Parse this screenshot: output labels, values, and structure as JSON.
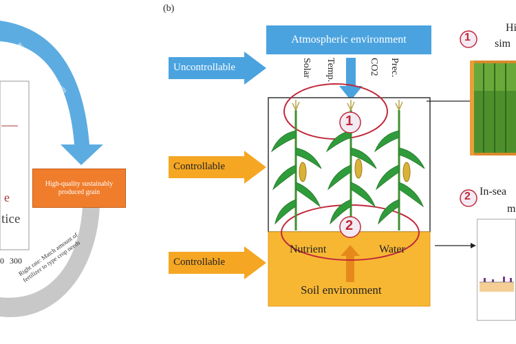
{
  "panel_label": "(b)",
  "left_panel": {
    "arc_top_text": "Right place: Keep nutrients where crops can use them",
    "arc_bottom_text": "Right rate: Match amount of fertilizer to type crop needs",
    "grain_box_label": "High-quality sustainably produced grain",
    "partial_word_1": "e",
    "partial_word_2": "tice",
    "axis_ticks": [
      "0",
      "300"
    ]
  },
  "center_panel": {
    "atmosphere_label": "Atmospheric environment",
    "uncontrollable_label": "Uncontrollable",
    "controllable_label_1": "Controllable",
    "controllable_label_2": "Controllable",
    "factors": [
      "Solar",
      "Temp.",
      "CO2",
      "Prec."
    ],
    "marker_1": "1",
    "marker_2": "2",
    "nutrient_label": "Nutrient",
    "water_label": "Water",
    "soil_label": "Soil environment"
  },
  "right_panel": {
    "marker_1": "1",
    "marker_2": "2",
    "top_text_line1": "Hi",
    "top_text_line2": "sim",
    "bottom_text_line1": "In-sea",
    "bottom_text_line2": "m"
  },
  "colors": {
    "blue": "#4aa3df",
    "orange": "#f5a623",
    "soil": "#f7b733",
    "red_marker": "#c0283a",
    "gray_arc": "#c8c8c8"
  }
}
